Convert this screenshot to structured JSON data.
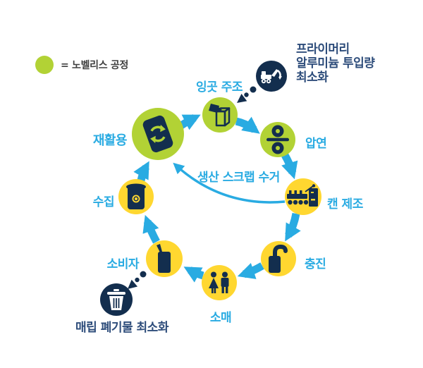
{
  "colors": {
    "novelis_green": "#b2d235",
    "step_yellow": "#ffd730",
    "arrow_cyan": "#29abe2",
    "icon_navy": "#132e4e",
    "text_navy": "#2e4d7b",
    "legend_text": "#3f3f3f",
    "background": "#ffffff"
  },
  "legend": {
    "label": "= 노벨리스 공정"
  },
  "cycle": {
    "center_label": "생산 스크랩 수거",
    "nodes": [
      {
        "id": "recycling",
        "label": "재활용",
        "novelis": true,
        "icon": "recycling-can-icon"
      },
      {
        "id": "ingot-casting",
        "label": "잉곳 주조",
        "novelis": true,
        "icon": "ingot-casting-icon"
      },
      {
        "id": "rolling",
        "label": "압연",
        "novelis": true,
        "icon": "rolling-mill-icon"
      },
      {
        "id": "can-making",
        "label": "캔 제조",
        "novelis": false,
        "icon": "can-factory-icon"
      },
      {
        "id": "filling",
        "label": "충진",
        "novelis": false,
        "icon": "can-filling-icon"
      },
      {
        "id": "retail",
        "label": "소매",
        "novelis": false,
        "icon": "shoppers-icon"
      },
      {
        "id": "consumer",
        "label": "소비자",
        "novelis": false,
        "icon": "drink-can-icon"
      },
      {
        "id": "collection",
        "label": "수집",
        "novelis": false,
        "icon": "collection-bin-icon"
      }
    ]
  },
  "annotations": {
    "primary_input": {
      "lines": [
        "프라이머리",
        "알루미늄 투입량",
        "최소화"
      ],
      "icon": "excavator-icon"
    },
    "landfill": {
      "label": "매립 폐기물 최소화",
      "icon": "trash-icon"
    }
  }
}
